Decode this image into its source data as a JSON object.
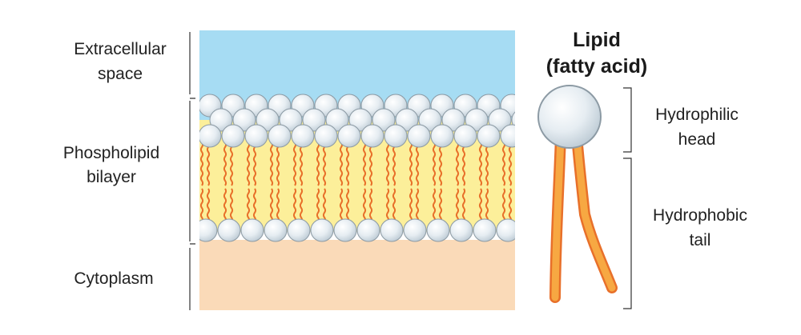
{
  "left_labels": {
    "extracellular": [
      "Extracellular",
      "space"
    ],
    "bilayer": [
      "Phospholipid",
      "bilayer"
    ],
    "cytoplasm": [
      "Cytoplasm"
    ]
  },
  "lipid": {
    "title": [
      "Lipid",
      "(fatty acid)"
    ],
    "head_label": [
      "Hydrophilic",
      "head"
    ],
    "tail_label": [
      "Hydrophobic",
      "tail"
    ]
  },
  "colors": {
    "extracellular": "#a6dcf3",
    "membrane_core": "#fcef9a",
    "cytoplasm": "#fadab8",
    "head_fill": "#d8e4ec",
    "head_stroke": "#8c9aa4",
    "tail_fill": "#f7a842",
    "tail_stroke": "#e8702a",
    "bracket": "#333333"
  }
}
